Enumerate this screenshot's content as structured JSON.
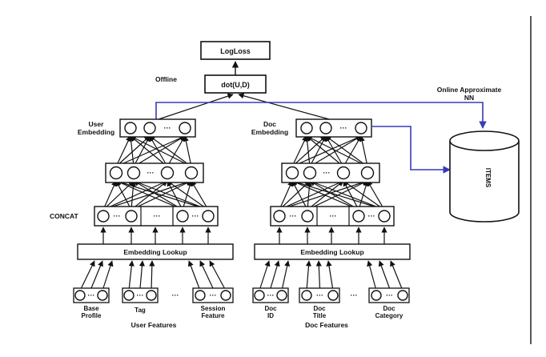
{
  "labels": {
    "logloss": "LogLoss",
    "offline": "Offline",
    "dot": "dot(U,D)",
    "online_line1": "Online Approximate",
    "online_line2": "NN",
    "user_embedding_line1": "User",
    "user_embedding_line2": "Embedding",
    "doc_embedding_line1": "Doc",
    "doc_embedding_line2": "Embedding",
    "concat": "CONCAT",
    "embedding_lookup_user": "Embedding Lookup",
    "embedding_lookup_doc": "Embedding Lookup",
    "items": "ITEMS",
    "ellipsis": "···",
    "user_features": {
      "base_line1": "Base",
      "base_line2": "Profile",
      "tag": "Tag",
      "session_line1": "Session",
      "session_line2": "Feature",
      "group": "User Features"
    },
    "doc_features": {
      "id_line1": "Doc",
      "id_line2": "ID",
      "title_line1": "Doc",
      "title_line2": "Title",
      "category_line1": "Doc",
      "category_line2": "Category",
      "group": "Doc Features"
    }
  },
  "colors": {
    "ink": "#111111",
    "accent_line": "#3a3ab8",
    "box_fill": "#ffffff"
  }
}
